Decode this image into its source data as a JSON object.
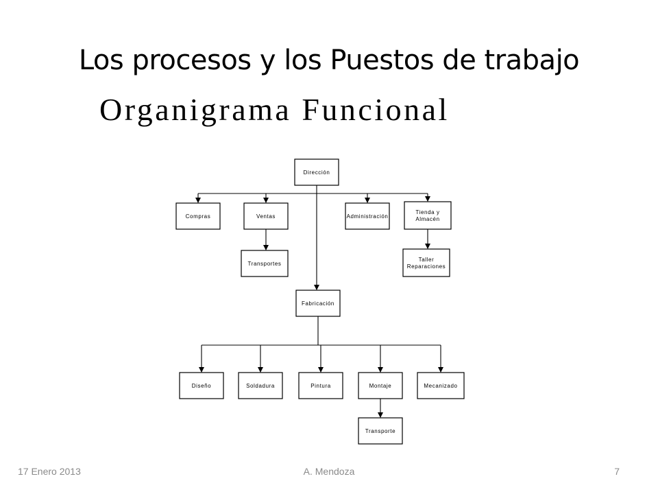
{
  "slide": {
    "title": "Los procesos y los Puestos de trabajo",
    "diagram_title": "Organigrama Funcional"
  },
  "org_chart": {
    "nodes": [
      {
        "id": "direccion",
        "lines": [
          "Dirección"
        ],
        "children": [
          "compras",
          "ventas",
          "administracion",
          "tienda",
          "fabricacion"
        ]
      },
      {
        "id": "compras",
        "lines": [
          "Compras"
        ],
        "children": []
      },
      {
        "id": "ventas",
        "lines": [
          "Ventas"
        ],
        "children": [
          "transportes"
        ]
      },
      {
        "id": "administracion",
        "lines": [
          "Administración"
        ],
        "children": []
      },
      {
        "id": "tienda",
        "lines": [
          "Tienda y",
          "Almacén"
        ],
        "children": [
          "taller"
        ]
      },
      {
        "id": "transportes",
        "lines": [
          "Transportes"
        ],
        "children": []
      },
      {
        "id": "taller",
        "lines": [
          "Taller",
          "Reparaciones"
        ],
        "children": []
      },
      {
        "id": "fabricacion",
        "lines": [
          "Fabricación"
        ],
        "children": [
          "diseno",
          "soldadura",
          "pintura",
          "montaje",
          "mecanizado"
        ]
      },
      {
        "id": "diseno",
        "lines": [
          "Diseño"
        ],
        "children": []
      },
      {
        "id": "soldadura",
        "lines": [
          "Soldadura"
        ],
        "children": []
      },
      {
        "id": "pintura",
        "lines": [
          "Pintura"
        ],
        "children": []
      },
      {
        "id": "montaje",
        "lines": [
          "Montaje"
        ],
        "children": [
          "transporte"
        ]
      },
      {
        "id": "mecanizado",
        "lines": [
          "Mecanizado"
        ],
        "children": []
      },
      {
        "id": "transporte",
        "lines": [
          "Transporte"
        ],
        "children": []
      }
    ]
  },
  "footer": {
    "date": "17 Enero 2013",
    "author": "A. Mendoza",
    "page": "7"
  }
}
